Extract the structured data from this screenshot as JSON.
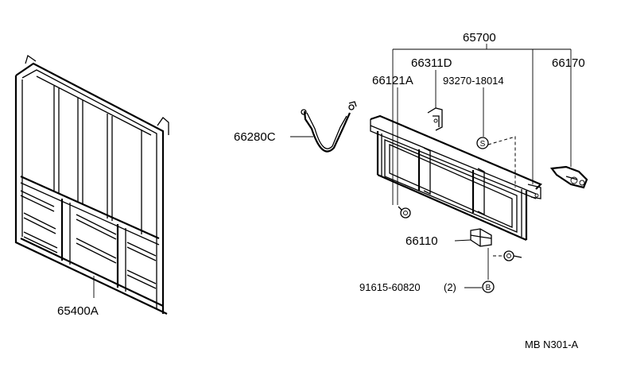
{
  "parts": {
    "guard_frame": "65400A",
    "rear_panel": "65700",
    "hinge": "66311D",
    "hook": "66121A",
    "chain": "66280C",
    "screw": "93270-18014",
    "latch": "66170",
    "bracket": "66110",
    "bolt": "91615-60820",
    "bolt_qty": "(2)"
  },
  "symbols": {
    "s": "S",
    "b": "B"
  },
  "drawing_id": "MB N301-A"
}
